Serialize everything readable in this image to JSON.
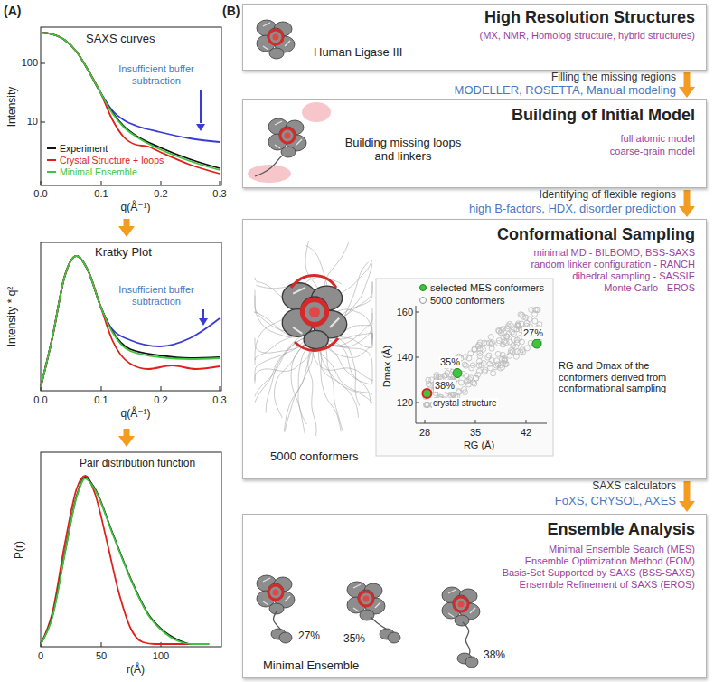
{
  "diagram": {
    "nodes": [
      {
        "text": [
          "SAXS curves"
        ]
      },
      {
        "text": [
          "Kratky Plot"
        ]
      },
      {
        "text": [
          "Pair distribution function"
        ]
      },
      {
        "text": [
          "High Resolution Structures",
          "(MX, NMR, Homolog structure, hybrid structures)",
          "Human Ligase III"
        ]
      },
      {
        "text": [
          "Building of Initial Model",
          "full atomic model",
          "coarse-grain model",
          "Building missing loops and linkers"
        ]
      },
      {
        "text": [
          "Conformational Sampling",
          "minimal MD - BILBOMD, BSS-SAXS",
          "random linker configuration - RANCH",
          "dihedral sampling - SASSIE",
          "Monte Carlo - EROS",
          "5000 conformers"
        ]
      },
      {
        "text": [
          "Ensemble Analysis",
          "Minimal Ensemble Search (MES)",
          "Ensemble Optimization Method (EOM)",
          "Basis-Set Supported by SAXS (BSS-SAXS)",
          "Ensemble Refinement of SAXS (EROS)",
          "Minimal Ensemble"
        ]
      }
    ],
    "edges": [
      {
        "from": 0,
        "to": 1,
        "arrow": "to"
      },
      {
        "from": 1,
        "to": 2,
        "arrow": "to"
      },
      {
        "from": 3,
        "to": 4,
        "arrow": "to",
        "label": "Filling the missing regions"
      },
      {
        "from": 4,
        "to": 5,
        "arrow": "to",
        "label": "Identifying of flexible regions"
      },
      {
        "from": 5,
        "to": 6,
        "arrow": "to",
        "label": "SAXS calculators"
      }
    ],
    "labels": [
      "(A)",
      "(B)",
      "100",
      "10",
      "Intensity",
      "0.0",
      "0.1",
      "0.2",
      "0.3",
      "q(Å⁻¹)",
      "Insufficient buffer subtraction",
      "Intensity * q²",
      "0.0",
      "0.1",
      "0.2",
      "0.3",
      "q(Å⁻¹)",
      "Insufficient buffer subtraction",
      "P(r)",
      "0",
      "50",
      "100",
      "r(Å)",
      "MODELLER, ROSETTA, Manual modeling",
      "high B-factors, HDX, disorder prediction",
      "FoXS, CRYSOL, AXES",
      "Dmax (Å)",
      "160",
      "140",
      "120",
      "28",
      "35",
      "42",
      "RG (Å)",
      "27%",
      "35%",
      "38%",
      "crystal structure",
      "RG and Dmax of the conformers derived from conformational sampling",
      "27%",
      "35%",
      "38%"
    ],
    "legend": [
      {
        "text": "Experiment",
        "color": "#111111"
      },
      {
        "text": "Crystal Structure + loops",
        "color": "#e0201b"
      },
      {
        "text": "Minimal Ensemble",
        "color": "#3ec43e"
      },
      {
        "text": "selected MES conformers",
        "color": "#3ec43e"
      },
      {
        "text": "5000 conformers"
      }
    ]
  }
}
